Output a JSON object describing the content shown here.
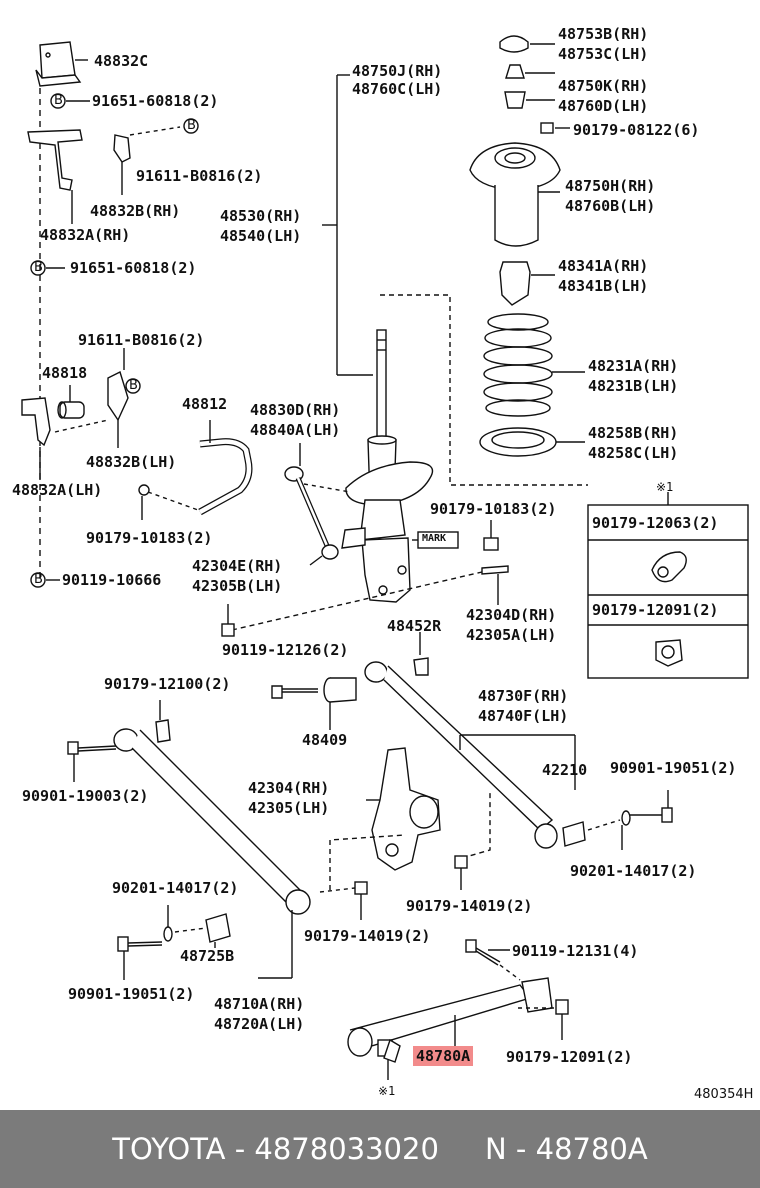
{
  "labels": {
    "p48832C": "48832C",
    "p91651_1": "91651-60818(2)",
    "p91611_1": "91611-B0816(2)",
    "p48832B_rh": "48832B(RH)",
    "p48832A_rh": "48832A(RH)",
    "p91651_2": "91651-60818(2)",
    "p48750J": "48750J(RH)",
    "p48760C": "48760C(LH)",
    "p48530": "48530(RH)",
    "p48540": "48540(LH)",
    "p48753B": "48753B(RH)",
    "p48753C": "48753C(LH)",
    "p48750K": "48750K(RH)",
    "p48760D": "48760D(LH)",
    "p90179_08122": "90179-08122(6)",
    "p48750H": "48750H(RH)",
    "p48760B": "48760B(LH)",
    "p48341A": "48341A(RH)",
    "p48341B": "48341B(LH)",
    "p48231A": "48231A(RH)",
    "p48231B": "48231B(LH)",
    "p48258B": "48258B(RH)",
    "p48258C": "48258C(LH)",
    "p91611_2": "91611-B0816(2)",
    "p48818": "48818",
    "p48812": "48812",
    "p48830D": "48830D(RH)",
    "p48840A": "48840A(LH)",
    "p48832B_lh": "48832B(LH)",
    "p48832A_lh": "48832A(LH)",
    "p90179_10183a": "90179-10183(2)",
    "p90179_10183b": "90179-10183(2)",
    "p42304E": "42304E(RH)",
    "p42305B": "42305B(LH)",
    "p90119_10666": "90119-10666",
    "p48452R": "48452R",
    "p42304D": "42304D(RH)",
    "p42305A": "42305A(LH)",
    "p90119_12126": "90119-12126(2)",
    "p90179_12100": "90179-12100(2)",
    "p48409": "48409",
    "p48730F": "48730F(RH)",
    "p48740F": "48740F(LH)",
    "p42210": "42210",
    "p90901_19051a": "90901-19051(2)",
    "p90901_19003": "90901-19003(2)",
    "p42304": "42304(RH)",
    "p42305": "42305(LH)",
    "p90201_14017a": "90201-14017(2)",
    "p90179_14019a": "90179-14019(2)",
    "p90201_14017b": "90201-14017(2)",
    "p48725B": "48725B",
    "p90179_14019b": "90179-14019(2)",
    "p90901_19051b": "90901-19051(2)",
    "p90119_12131": "90119-12131(4)",
    "p48710A": "48710A(RH)",
    "p48720A": "48720A(LH)",
    "p48780A": "48780A",
    "p90179_12091": "90179-12091(2)",
    "code": "480354H",
    "mark": "MARK",
    "note1": "※1",
    "note2": "※1",
    "inset_top": "90179-12063(2)",
    "inset_bottom": "90179-12091(2)",
    "b": "B"
  },
  "footer": {
    "brand": "TOYOTA",
    "part_number": "4878033020",
    "n_label": "N",
    "n_value": "48780A"
  },
  "colors": {
    "highlight": "#f28b8b",
    "footer_bg": "#7b7b7b"
  }
}
